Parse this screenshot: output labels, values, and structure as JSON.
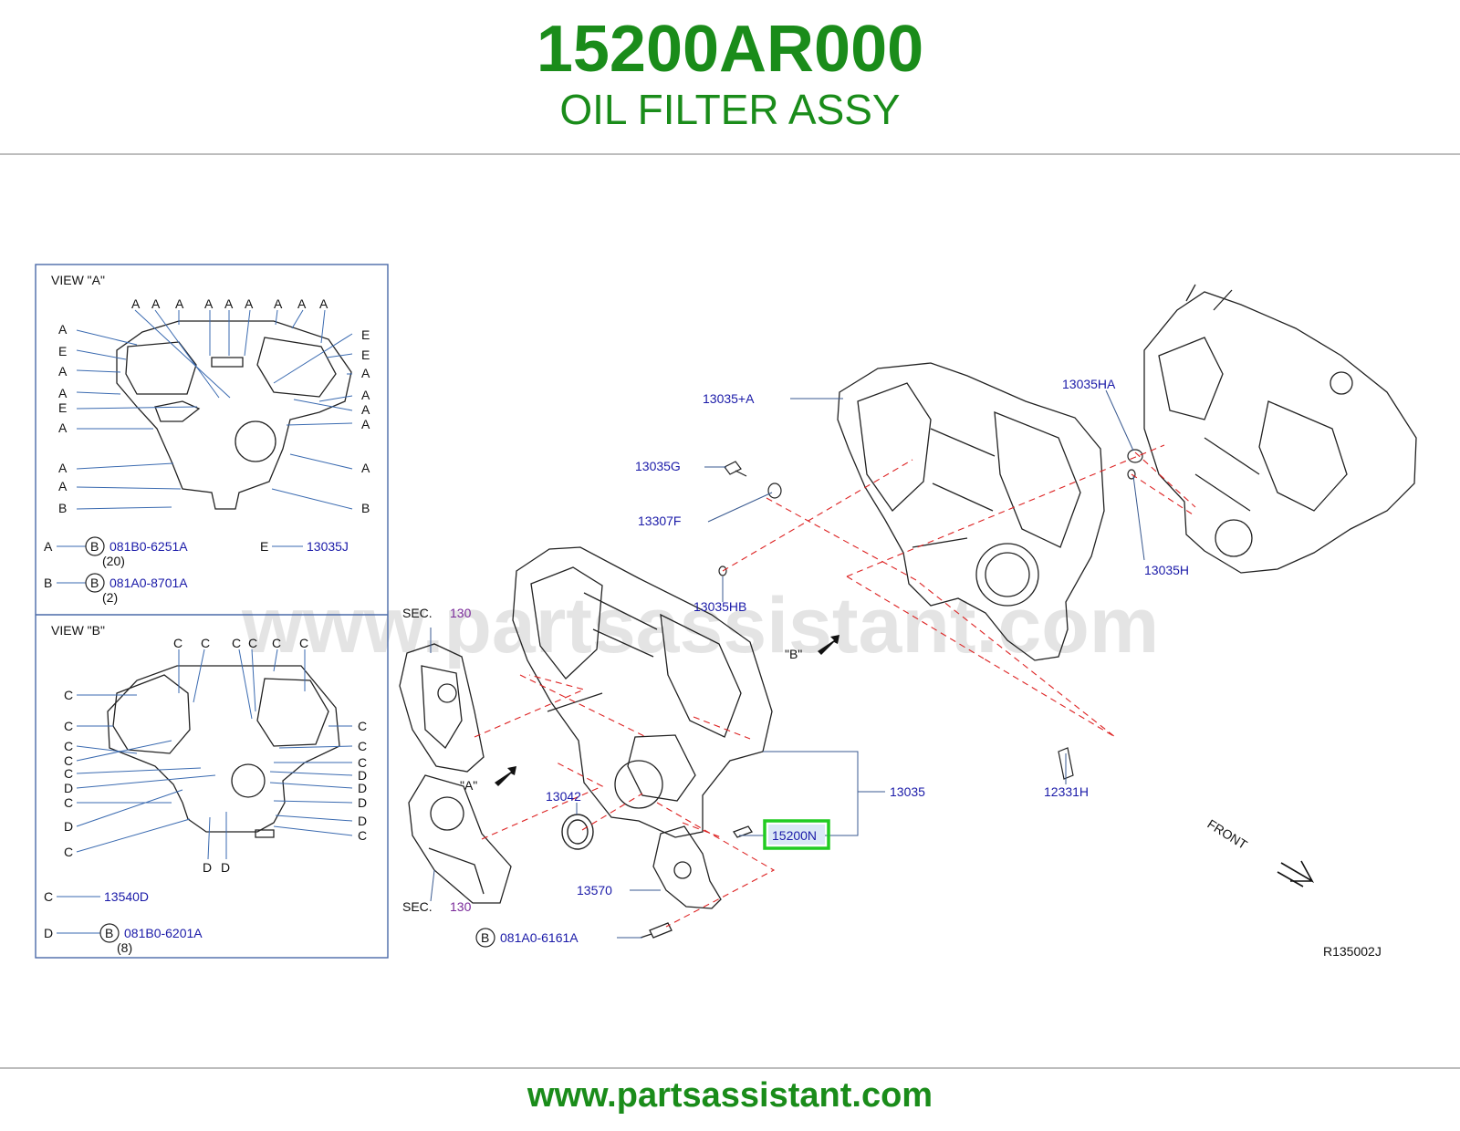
{
  "header": {
    "part_number": "15200AR000",
    "part_name": "OIL FILTER ASSY"
  },
  "footer": {
    "url": "www.partsassistant.com"
  },
  "watermark": "www.partsassistant.com",
  "diagram_code": "R135002J",
  "view_a": {
    "title": "VIEW  \"A\"",
    "legend": [
      {
        "key": "A",
        "ref": "081B0-6251A",
        "qty": "(20)"
      },
      {
        "key": "B",
        "ref": "081A0-8701A",
        "qty": "(2)"
      },
      {
        "key": "E",
        "ref": "13035J"
      }
    ]
  },
  "view_b": {
    "title": "VIEW  \"B\"",
    "legend": [
      {
        "key": "C",
        "ref": "13540D"
      },
      {
        "key": "D",
        "ref": "081B0-6201A",
        "qty": "(8)"
      }
    ]
  },
  "callouts": {
    "c1": "13035+A",
    "c2": "13035G",
    "c3": "13307F",
    "c4": "13035HB",
    "c5": "13035HA",
    "c6": "13035H",
    "c7": "13035",
    "c8": "12331H",
    "c9": "13042",
    "c10": "15200N",
    "c11": "13570",
    "c12": "081A0-6161A",
    "sec": "SEC.",
    "sec_num": "130",
    "view_a_arrow": "\"A\"",
    "view_b_arrow": "\"B\"",
    "front": "FRONT"
  },
  "bolt_symbol": "B",
  "colors": {
    "brand_green": "#1a8c1a",
    "ref_blue": "#1a1aa8",
    "highlight": "#22cc22",
    "dash_red": "#dd2222"
  }
}
